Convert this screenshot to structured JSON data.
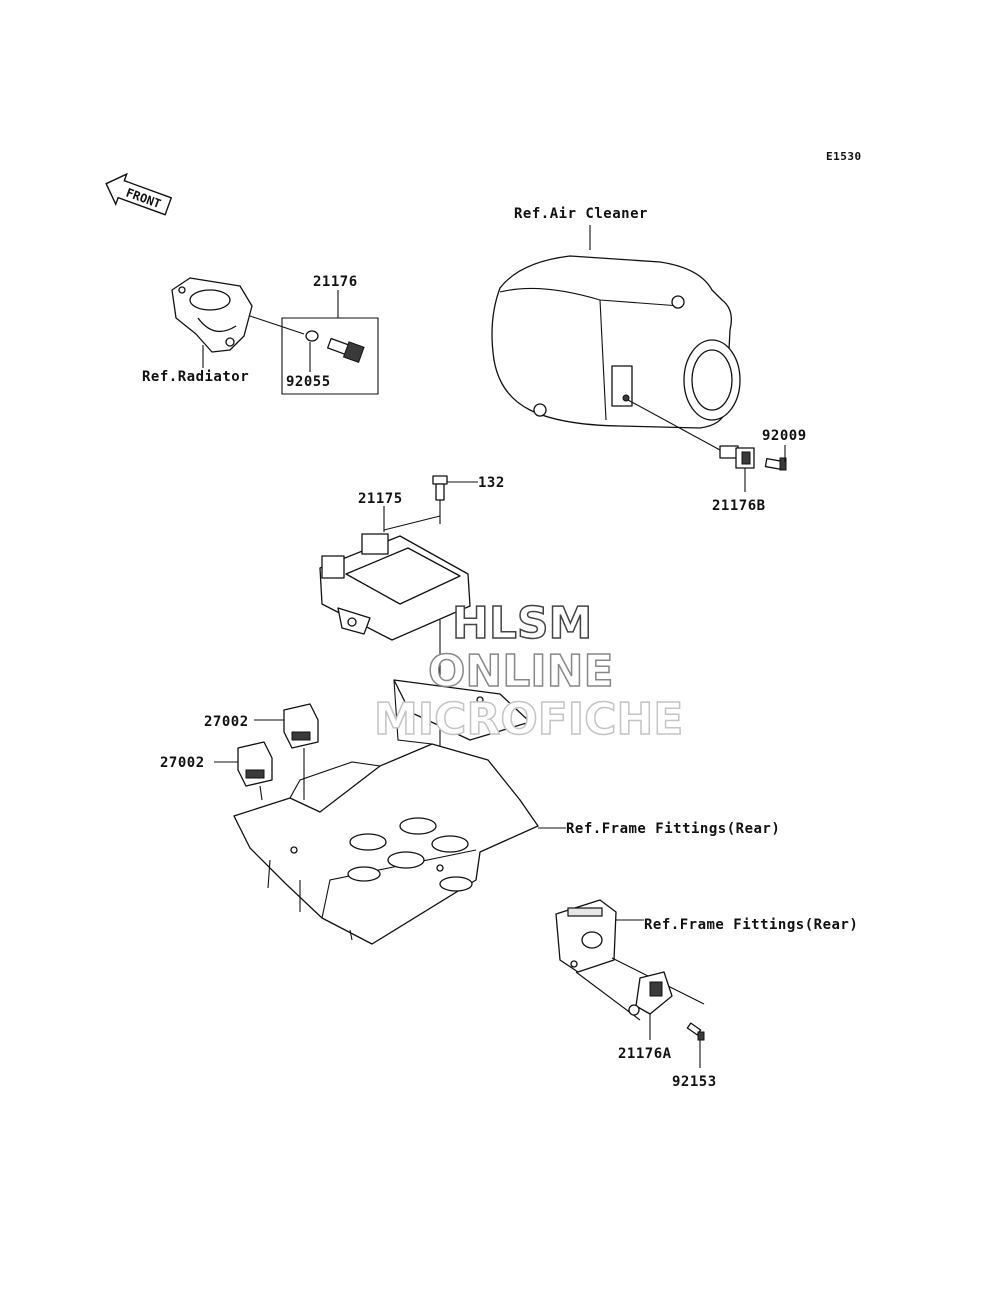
{
  "diagram_code": "E1530",
  "front_arrow": "FRONT",
  "labels": {
    "ref_air_cleaner": "Ref.Air Cleaner",
    "ref_radiator": "Ref.Radiator",
    "ref_frame_fittings_1": "Ref.Frame Fittings(Rear)",
    "ref_frame_fittings_2": "Ref.Frame Fittings(Rear)",
    "part_21176": "21176",
    "part_92055": "92055",
    "part_92009": "92009",
    "part_21176B": "21176B",
    "part_132": "132",
    "part_21175": "21175",
    "part_27002_a": "27002",
    "part_27002_b": "27002",
    "part_21176A": "21176A",
    "part_92153": "92153"
  },
  "watermark": {
    "line1": "HLSM",
    "line2": "ONLINE",
    "line3": "MICROFICHE"
  }
}
